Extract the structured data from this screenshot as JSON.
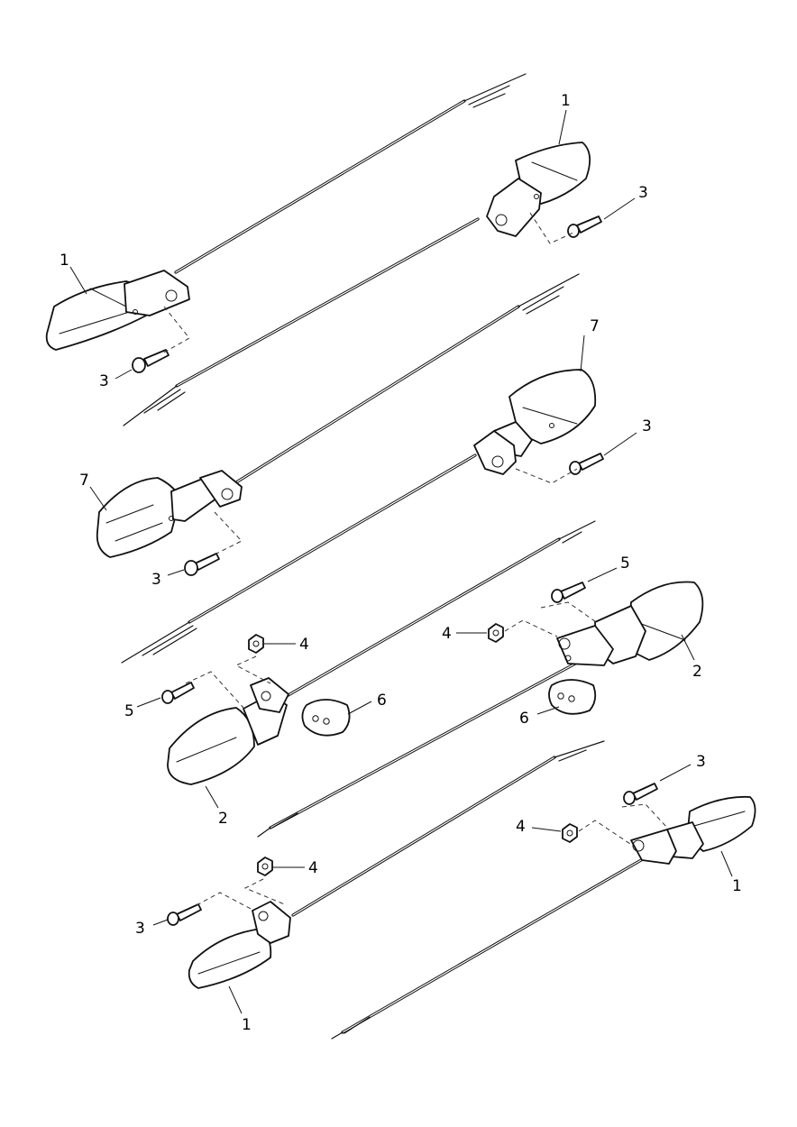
{
  "diagram": {
    "callouts": {
      "c1": "1",
      "c2": "1",
      "c3": "3",
      "c4": "3",
      "c5": "7",
      "c6": "7",
      "c7": "3",
      "c8": "3",
      "c9": "5",
      "c10": "5",
      "c11": "4",
      "c12": "4",
      "c13": "2",
      "c14": "2",
      "c15": "6",
      "c16": "6",
      "c17": "3",
      "c18": "3",
      "c19": "4",
      "c20": "4",
      "c21": "1",
      "c22": "1"
    }
  }
}
